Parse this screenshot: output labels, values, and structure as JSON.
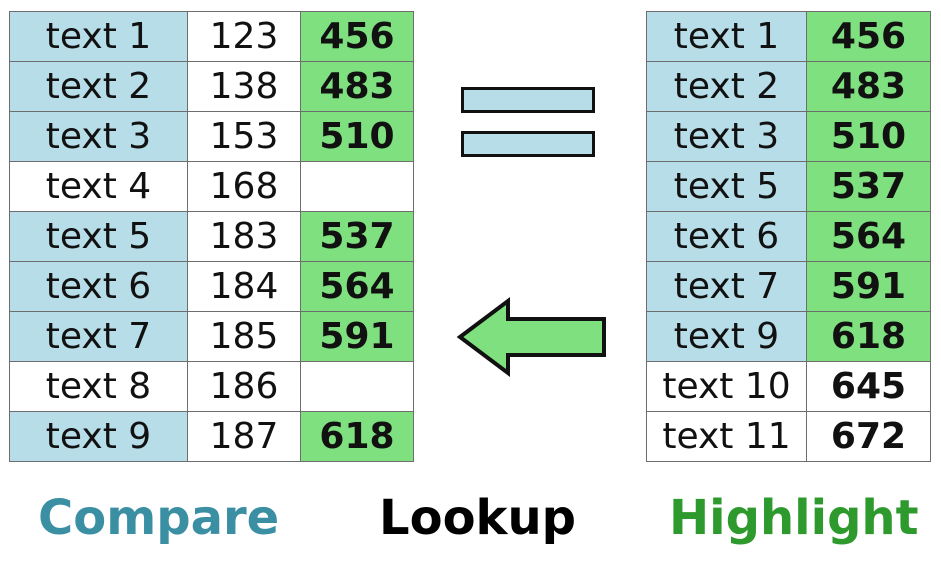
{
  "left_table": {
    "rows": [
      {
        "label": "text 1",
        "num": "123",
        "result": "456",
        "matched": true
      },
      {
        "label": "text 2",
        "num": "138",
        "result": "483",
        "matched": true
      },
      {
        "label": "text 3",
        "num": "153",
        "result": "510",
        "matched": true
      },
      {
        "label": "text 4",
        "num": "168",
        "result": "",
        "matched": false
      },
      {
        "label": "text 5",
        "num": "183",
        "result": "537",
        "matched": true
      },
      {
        "label": "text 6",
        "num": "184",
        "result": "564",
        "matched": true
      },
      {
        "label": "text 7",
        "num": "185",
        "result": "591",
        "matched": true
      },
      {
        "label": "text 8",
        "num": "186",
        "result": "",
        "matched": false
      },
      {
        "label": "text 9",
        "num": "187",
        "result": "618",
        "matched": true
      }
    ]
  },
  "right_table": {
    "rows": [
      {
        "label": "text 1",
        "value": "456",
        "matched": true
      },
      {
        "label": "text 2",
        "value": "483",
        "matched": true
      },
      {
        "label": "text 3",
        "value": "510",
        "matched": true
      },
      {
        "label": "text 5",
        "value": "537",
        "matched": true
      },
      {
        "label": "text 6",
        "value": "564",
        "matched": true
      },
      {
        "label": "text 7",
        "value": "591",
        "matched": true
      },
      {
        "label": "text 9",
        "value": "618",
        "matched": true
      },
      {
        "label": "text 10",
        "value": "645",
        "matched": false
      },
      {
        "label": "text 11",
        "value": "672",
        "matched": false
      }
    ]
  },
  "captions": {
    "compare": "Compare",
    "lookup": "Lookup",
    "highlight": "Highlight"
  },
  "colors": {
    "match_blue": "#b7dde8",
    "match_green": "#7ee07e",
    "compare_text": "#3a8fa3",
    "lookup_text": "#000000",
    "highlight_text": "#2e9a2e",
    "arrow_fill": "#7ee07e"
  },
  "icons": {
    "equals": "equals-sign-icon",
    "arrow": "left-arrow-icon"
  }
}
